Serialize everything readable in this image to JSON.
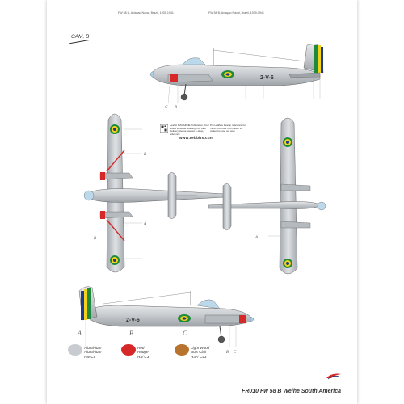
{
  "header": {
    "left": "FW 58 B, Aviaçao Naval, Brazil, 1939-1941",
    "right": "FW 58 B, Aviaçao Naval, Brazil, 1939-1941"
  },
  "camo_label": "CAM. B",
  "aircraft_code_top": "2-V-6",
  "aircraft_code_bottom": "2-V-6",
  "callouts": {
    "a": "A",
    "b": "B",
    "c": "C"
  },
  "info": {
    "left_text": "Leaflet MAGAZINE Publication, Your Guide to Model Building, For Fast Delivery please use our e-shop, reference",
    "right_text": "Pro Leaflets Design reference for more and more information for collectors, use our web",
    "website": "www.rebbits.com"
  },
  "legend": [
    {
      "letter": "A",
      "line1": "Aluminium",
      "line2": "Aluminium",
      "line3": "H8/ C8",
      "color": "#c8ccd0"
    },
    {
      "letter": "B",
      "line1": "Red",
      "line2": "Rouge",
      "line3": "H3/ C3",
      "color": "#d62828"
    },
    {
      "letter": "C",
      "line1": "Light Wood",
      "line2": "Bois Clair",
      "line3": "H37/ C43",
      "color": "#b8732e"
    }
  ],
  "footer": "FR010 Fw 58 B Weihe South America",
  "colors": {
    "aluminium": "#c8ccd0",
    "red": "#d62828",
    "roundel_green": "#1f8a3a",
    "roundel_yellow": "#f2d21a",
    "roundel_blue": "#1f3a8a",
    "canopy_blue": "#bcd9ec"
  },
  "icons": {
    "logo": "brand-logo-icon"
  }
}
